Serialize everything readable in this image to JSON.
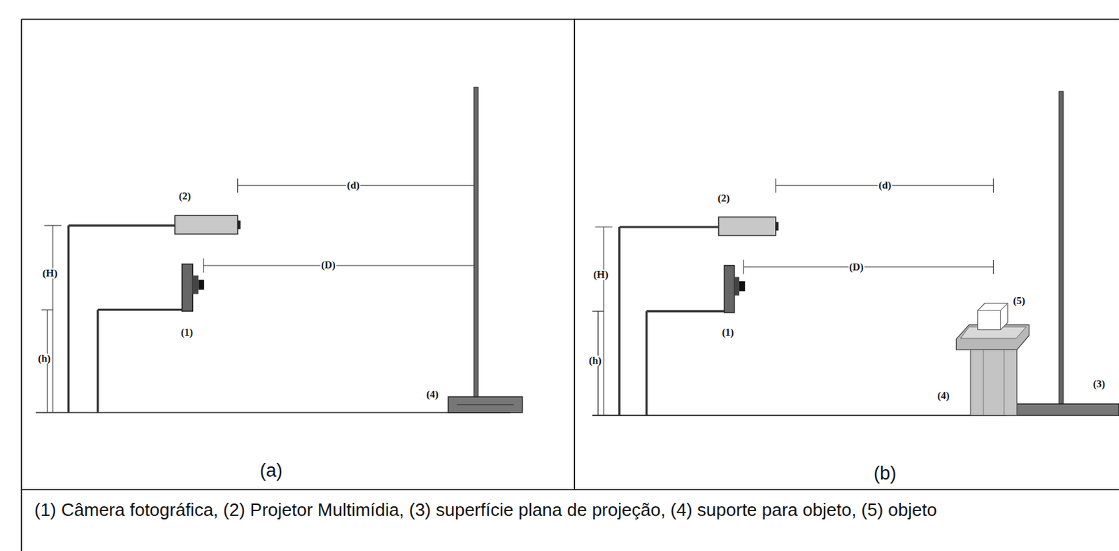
{
  "diagram": {
    "caption": "(1) Câmera fotográfica, (2) Projetor Multimídia, (3) superfície plana de projeção, (4) suporte para objeto, (5) objeto",
    "labels": [
      "(2)",
      "(d)",
      "(H)",
      "(D)",
      "(1)",
      "(h)",
      "(4)",
      "(a)",
      "(2)",
      "(d)",
      "(H)",
      "(D)",
      "(5)",
      "(1)",
      "(h)",
      "(4)",
      "(3)",
      "(b)"
    ]
  }
}
